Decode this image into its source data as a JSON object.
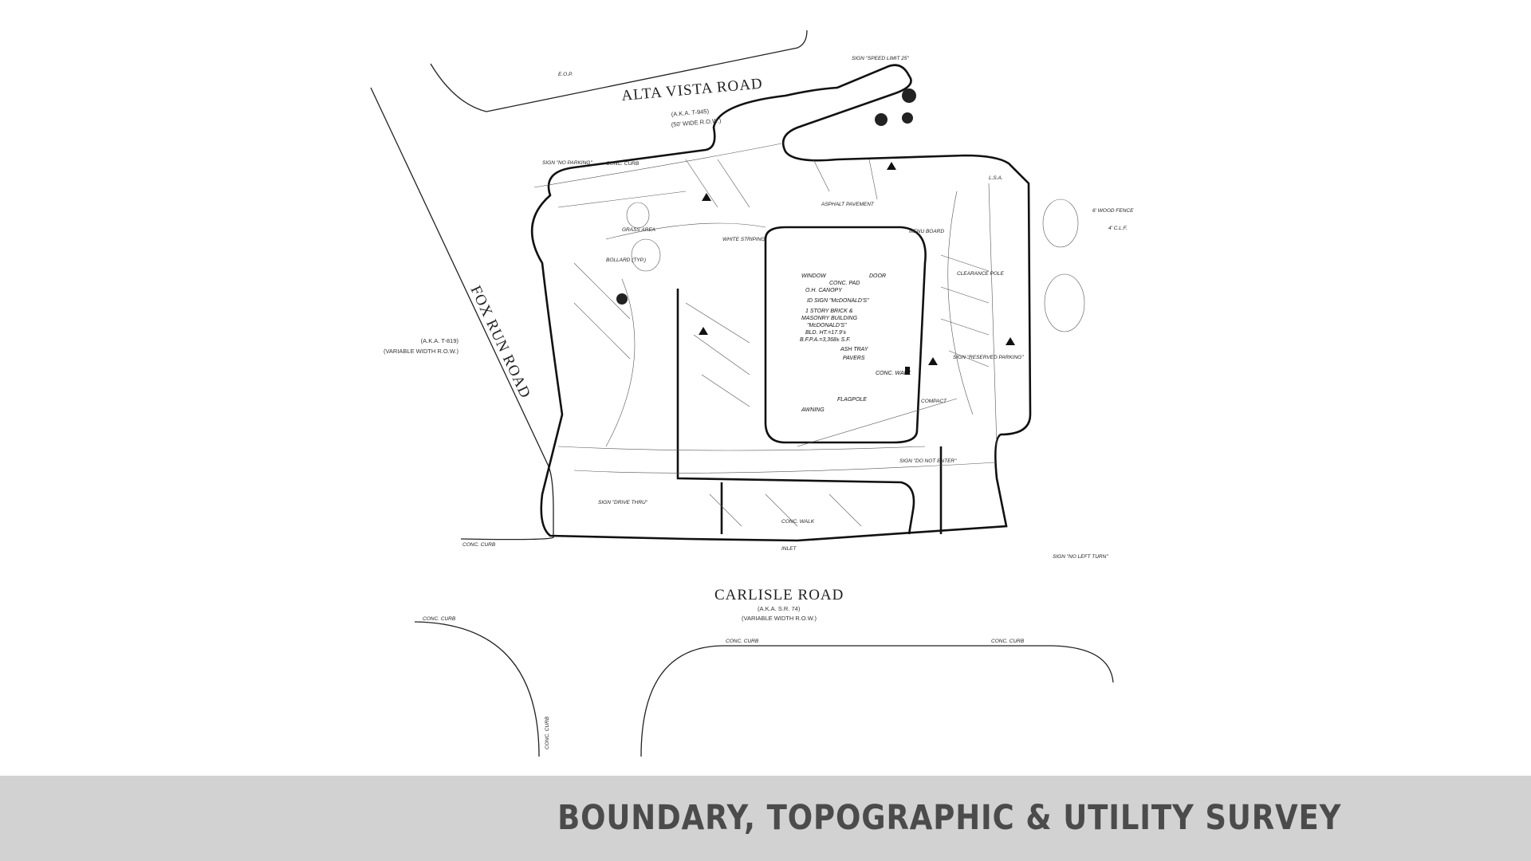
{
  "roads": {
    "north": {
      "name": "ALTA VISTA ROAD",
      "aka": "(A.K.A. T-945)",
      "row": "(50' WIDE R.O.W.)"
    },
    "west": {
      "name": "FOX RUN ROAD",
      "aka": "(A.K.A. T-819)",
      "row": "(VARIABLE WIDTH R.O.W.)"
    },
    "south": {
      "name": "CARLISLE ROAD",
      "aka": "(A.K.A. S.R. 74)",
      "row": "(VARIABLE WIDTH R.O.W.)"
    }
  },
  "building": {
    "lines": [
      "1 STORY BRICK &",
      "MASONRY BUILDING",
      "\"McDONALD'S\"",
      "BLD. HT.=17.9'±",
      "B.F.P.A.=3,368± S.F."
    ],
    "labels": [
      "WINDOW",
      "O.H. CANOPY",
      "ID SIGN \"McDONALD'S\"",
      "CONC. PAD",
      "DOOR",
      "ASH TRAY",
      "PAVERS",
      "FLAGPOLE",
      "AWNING",
      "CONC. WALK"
    ]
  },
  "site_labels": [
    "CONC. CURB",
    "GRASS AREA",
    "ASPHALT PAVEMENT",
    "CONC. WALK",
    "L.S.A.",
    "BOLLARD (TYP.)",
    "WHITE STRIPING",
    "SIGN \"DRIVE THRU\"",
    "MENU BOARD",
    "CLEARANCE POLE",
    "6' WOOD FENCE",
    "4' C.L.F.",
    "SIGN \"NO PARKING\"",
    "E.O.P.",
    "SIGN \"DO NOT ENTER\"",
    "SIGN \"NO LEFT TURN\"",
    "INLET",
    "SIGN \"RESERVED PARKING\"",
    "COMPACT",
    "SIGN \"SPEED LIMIT 25\""
  ],
  "curb_labels": [
    "CONC. CURB",
    "CONC. CURB",
    "CONC. CURB",
    "CONC. CURB",
    "CONC. CURB"
  ],
  "footer": {
    "title": "BOUNDARY, TOPOGRAPHIC & UTILITY SURVEY"
  }
}
